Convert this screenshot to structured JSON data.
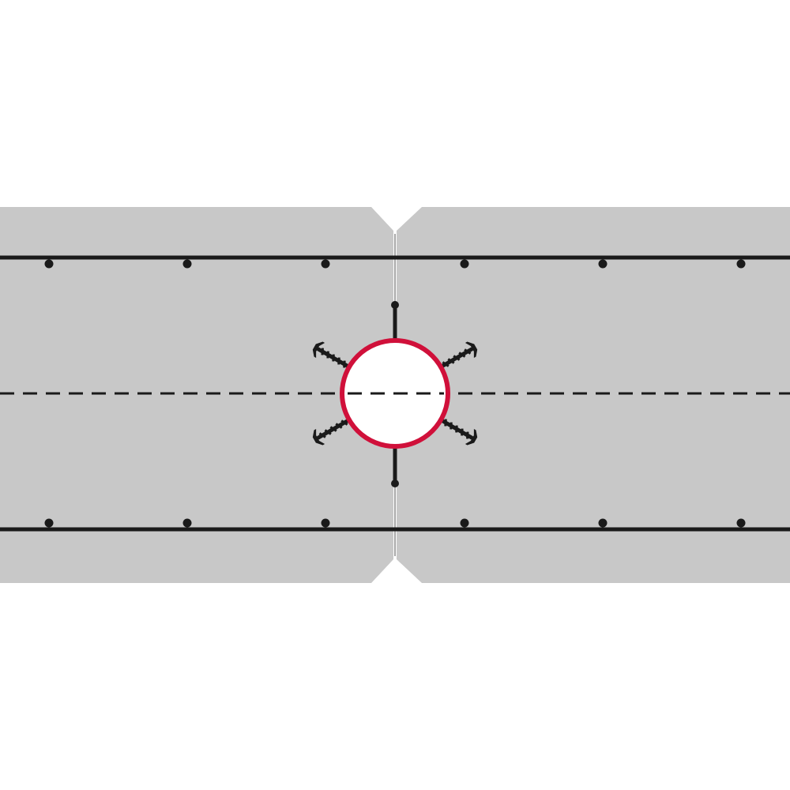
{
  "diagram": {
    "description_visible_text": "",
    "colors": {
      "background": "#ffffff",
      "panel": "#c8c8c8",
      "seam": "#a8a8a8",
      "line": "#1a1a1a",
      "ring": "#d0103a",
      "hole": "#ffffff"
    },
    "panels": [
      "left-panel",
      "right-panel"
    ],
    "fixings_per_row": 6,
    "screws_around_hole": 4,
    "nails_around_hole": 2
  }
}
